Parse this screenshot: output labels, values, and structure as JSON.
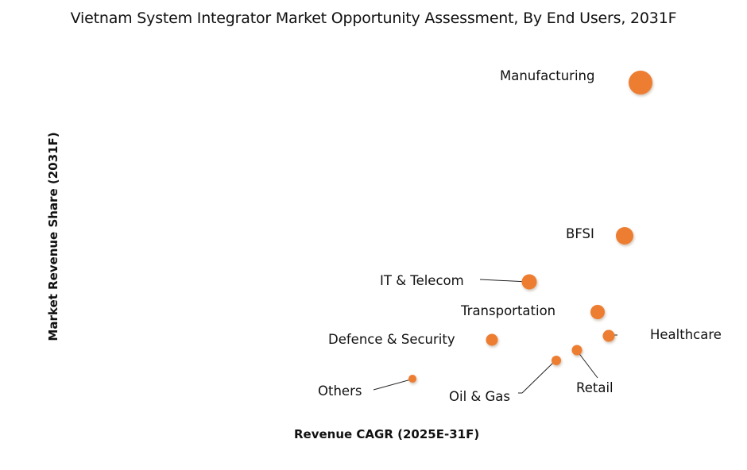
{
  "chart_data": {
    "type": "scatter",
    "subtype": "bubble",
    "title": "Vietnam System Integrator Market Opportunity Assessment, By End Users, 2031F",
    "xlabel": "Revenue CAGR (2025E-31F)",
    "ylabel": "Market Revenue Share (2031F)",
    "grid": false,
    "axis_ticks": false,
    "legend": "none",
    "note": "No numeric axis scales shown; values are relative positions estimated on a 0-100 scale.",
    "points": [
      {
        "label": "Manufacturing",
        "x": 92,
        "y": 96,
        "size": 30
      },
      {
        "label": "BFSI",
        "x": 89,
        "y": 58,
        "size": 22
      },
      {
        "label": "IT & Telecom",
        "x": 70,
        "y": 47,
        "size": 19
      },
      {
        "label": "Transportation",
        "x": 84,
        "y": 40,
        "size": 18
      },
      {
        "label": "Healthcare",
        "x": 85,
        "y": 34,
        "size": 16
      },
      {
        "label": "Defence & Security",
        "x": 63,
        "y": 33,
        "size": 15
      },
      {
        "label": "Retail",
        "x": 81,
        "y": 30,
        "size": 13
      },
      {
        "label": "Oil & Gas",
        "x": 77,
        "y": 27,
        "size": 12
      },
      {
        "label": "Others",
        "x": 51,
        "y": 22,
        "size": 10
      }
    ]
  }
}
